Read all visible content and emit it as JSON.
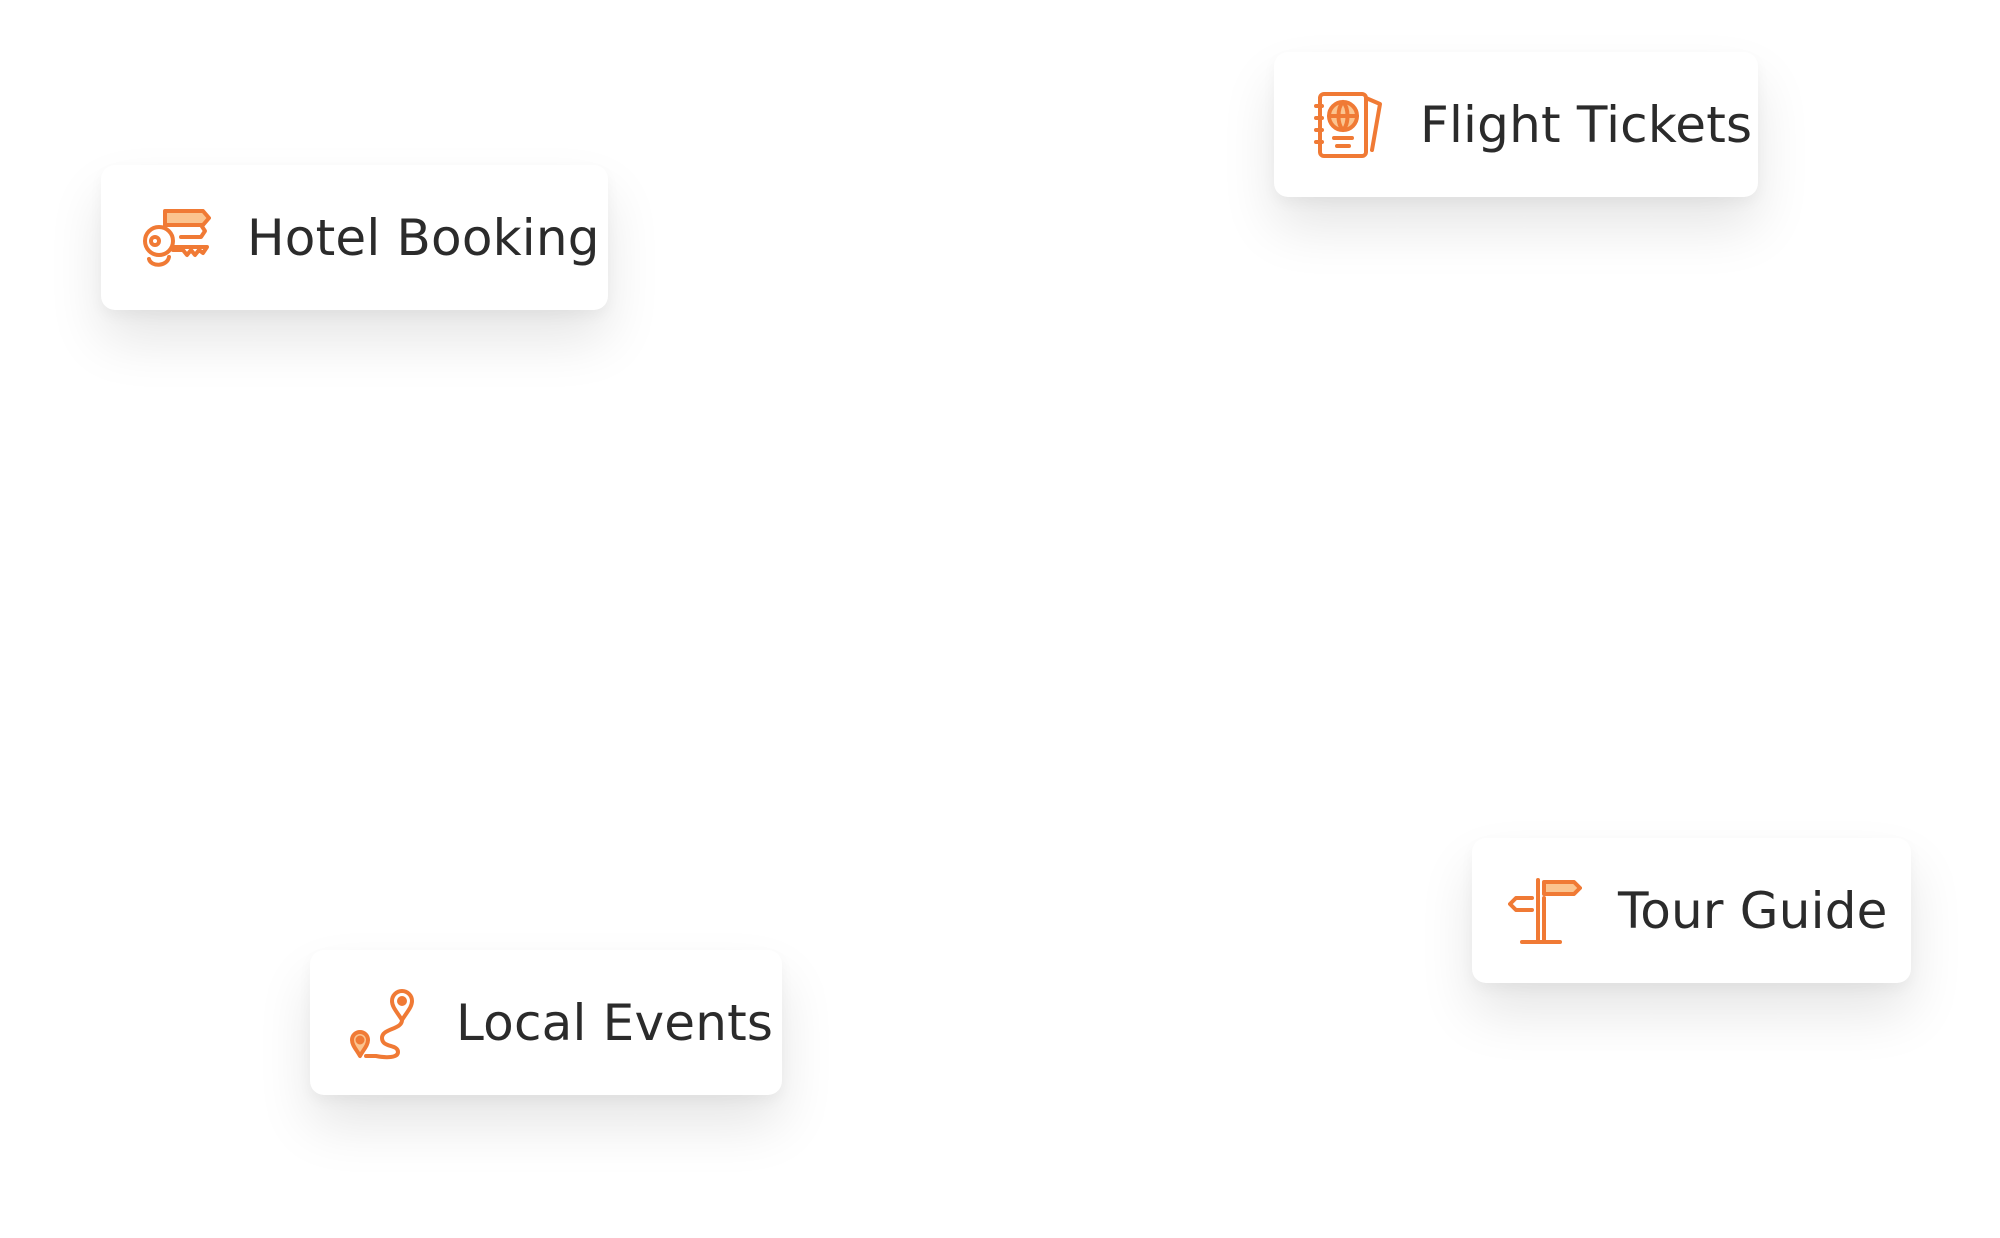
{
  "accent_color": "#f07a35",
  "accent_light": "#fbc48f",
  "text_color": "#2b2b2b",
  "cards": [
    {
      "label": "Hotel Booking",
      "icon": "hotel-key-icon"
    },
    {
      "label": "Flight Tickets",
      "icon": "passport-icon"
    },
    {
      "label": "Local Events",
      "icon": "route-map-icon"
    },
    {
      "label": "Tour Guide",
      "icon": "signpost-icon"
    }
  ]
}
